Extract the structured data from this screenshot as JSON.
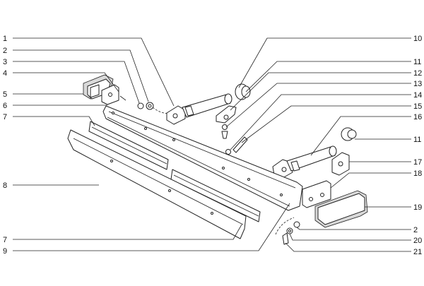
{
  "labels_left": [
    "1",
    "2",
    "3",
    "4",
    "5",
    "6",
    "7",
    "8",
    "7",
    "9"
  ],
  "labels_right": [
    "10",
    "11",
    "12",
    "13",
    "14",
    "15",
    "16",
    "11",
    "17",
    "18",
    "19",
    "2",
    "20",
    "21"
  ]
}
